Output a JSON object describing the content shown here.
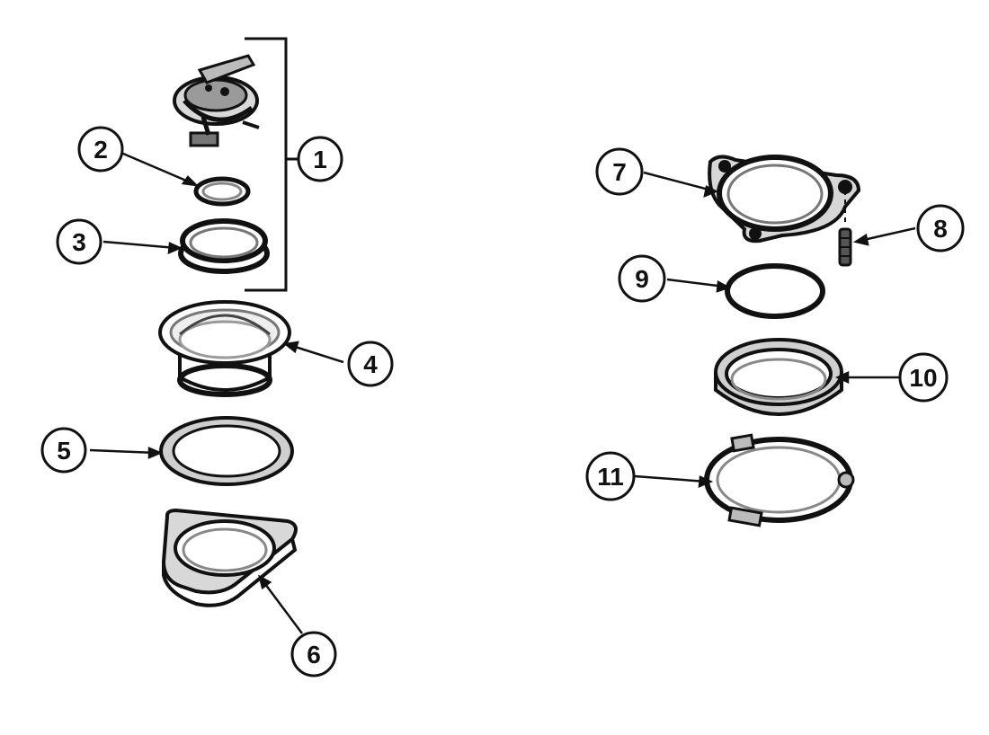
{
  "diagram": {
    "callouts": [
      {
        "id": "1",
        "label": "1"
      },
      {
        "id": "2",
        "label": "2"
      },
      {
        "id": "3",
        "label": "3"
      },
      {
        "id": "4",
        "label": "4"
      },
      {
        "id": "5",
        "label": "5"
      },
      {
        "id": "6",
        "label": "6"
      },
      {
        "id": "7",
        "label": "7"
      },
      {
        "id": "8",
        "label": "8"
      },
      {
        "id": "9",
        "label": "9"
      },
      {
        "id": "10",
        "label": "10"
      },
      {
        "id": "11",
        "label": "11"
      }
    ]
  },
  "colors": {
    "ink": "#111111",
    "gray": "#9a9a9a",
    "light": "#d9d9d9",
    "paper": "#ffffff"
  }
}
